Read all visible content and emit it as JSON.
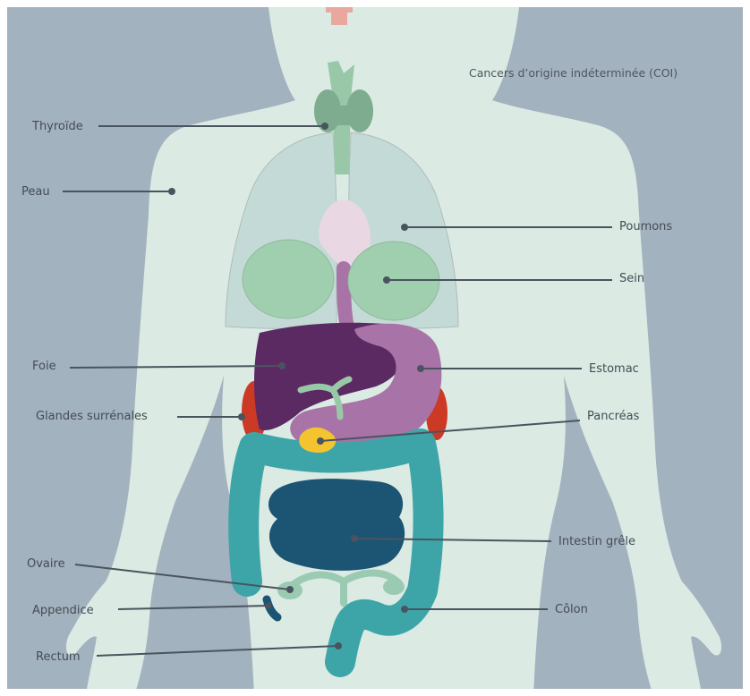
{
  "title": "Cancers d’origine indéterminée (COI)",
  "labels": {
    "thyroide": "Thyroïde",
    "peau": "Peau",
    "poumons": "Poumons",
    "sein": "Sein",
    "foie": "Foie",
    "estomac": "Estomac",
    "glandes": "Glandes surrénales",
    "pancreas": "Pancréas",
    "intestin": "Intestin grêle",
    "ovaire": "Ovaire",
    "appendice": "Appendice",
    "colon": "Côlon",
    "rectum": "Rectum"
  },
  "colors": {
    "background": "#a3b2bf",
    "body": "#dbeae3",
    "lungs": "#c4dad6",
    "breast": "#9fcfae",
    "thyroid": "#7dac8e",
    "trachea": "#98c8a7",
    "heart": "#e9d8e3",
    "liver": "#5b2a63",
    "stomach": "#a873a6",
    "adrenal": "#cc3a26",
    "pancreas": "#f4c430",
    "colon": "#3da5a8",
    "small_intestine": "#1c5473",
    "reproductive": "#9bcab3",
    "label_text": "#444c55",
    "leader_line": "#4a545e"
  }
}
